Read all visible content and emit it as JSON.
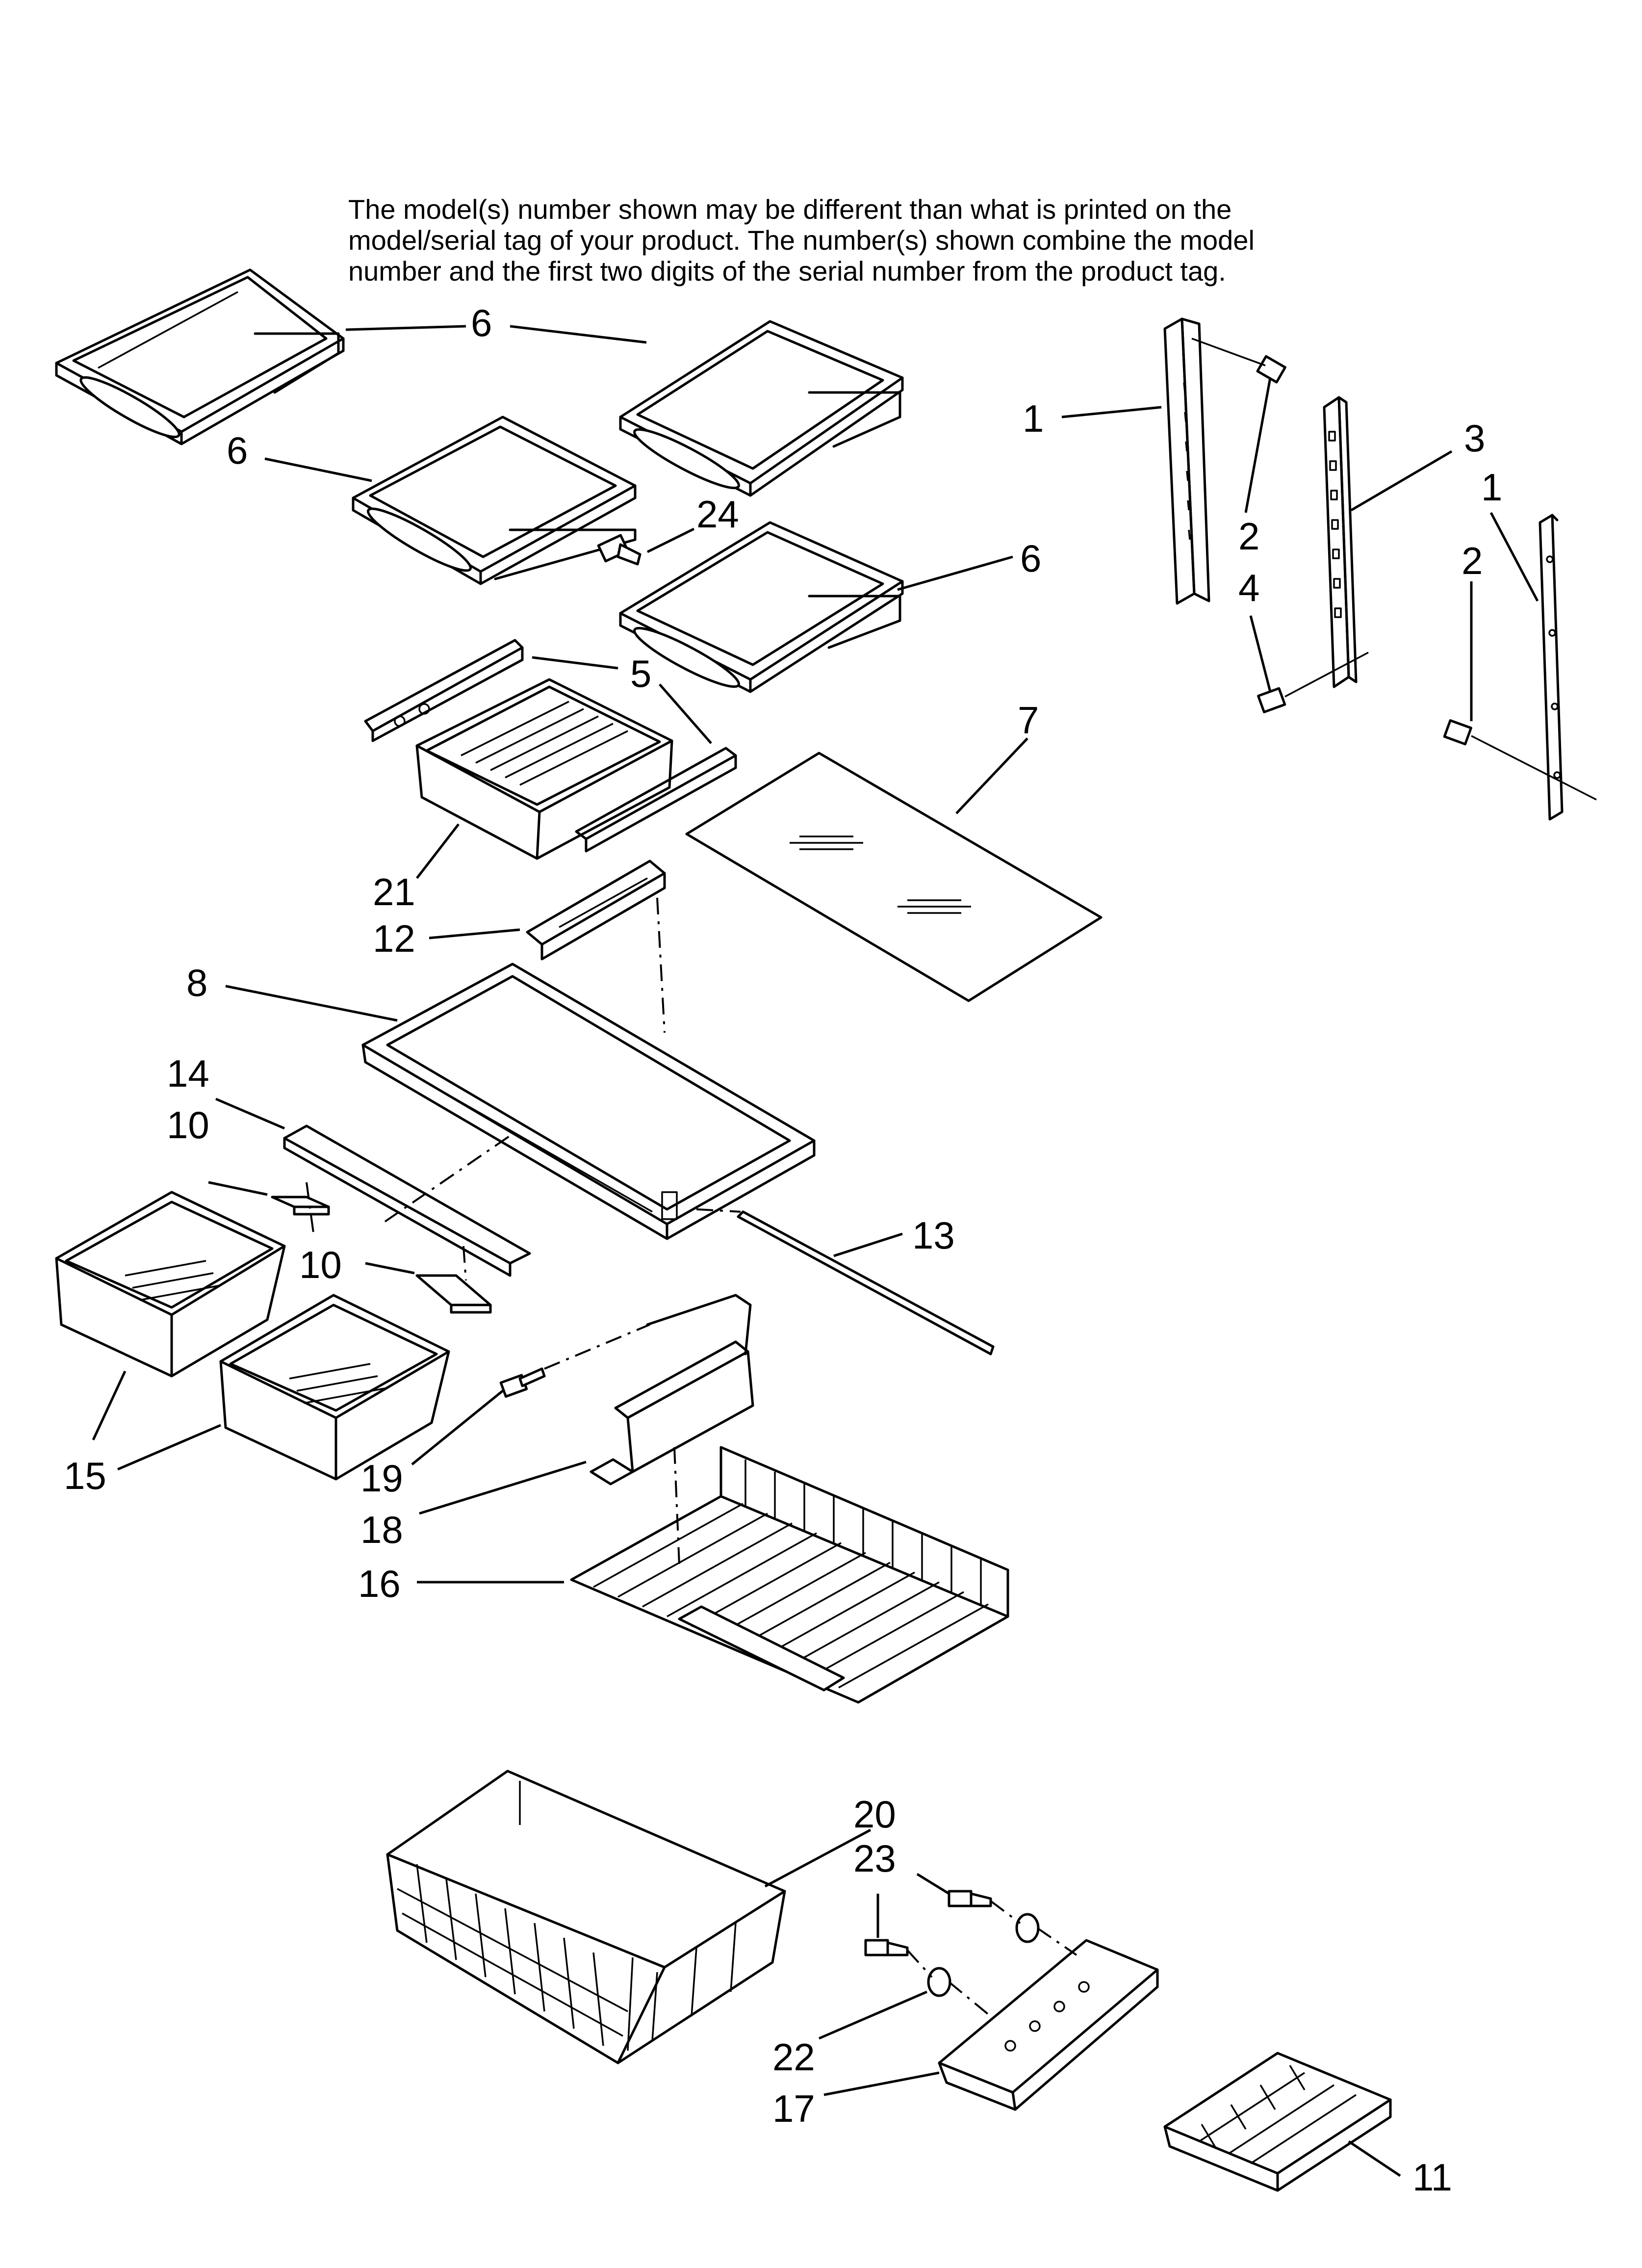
{
  "notice": {
    "text": "The model(s) number shown may be different than what is printed on the\nmodel/serial tag of your product. The number(s) shown combine the model\nnumber and the first two digits of the serial number from the product tag."
  },
  "callouts": {
    "c1a": "1",
    "c1b": "1",
    "c2a": "2",
    "c2b": "2",
    "c3": "3",
    "c4": "4",
    "c5": "5",
    "c6a": "6",
    "c6b": "6",
    "c6c": "6",
    "c7": "7",
    "c8": "8",
    "c10a": "10",
    "c10b": "10",
    "c11": "11",
    "c12": "12",
    "c13": "13",
    "c14": "14",
    "c15": "15",
    "c16": "16",
    "c17": "17",
    "c18": "18",
    "c19": "19",
    "c20": "20",
    "c21": "21",
    "c22": "22",
    "c23": "23",
    "c24": "24"
  },
  "colors": {
    "line": "#000000",
    "background": "#ffffff"
  }
}
